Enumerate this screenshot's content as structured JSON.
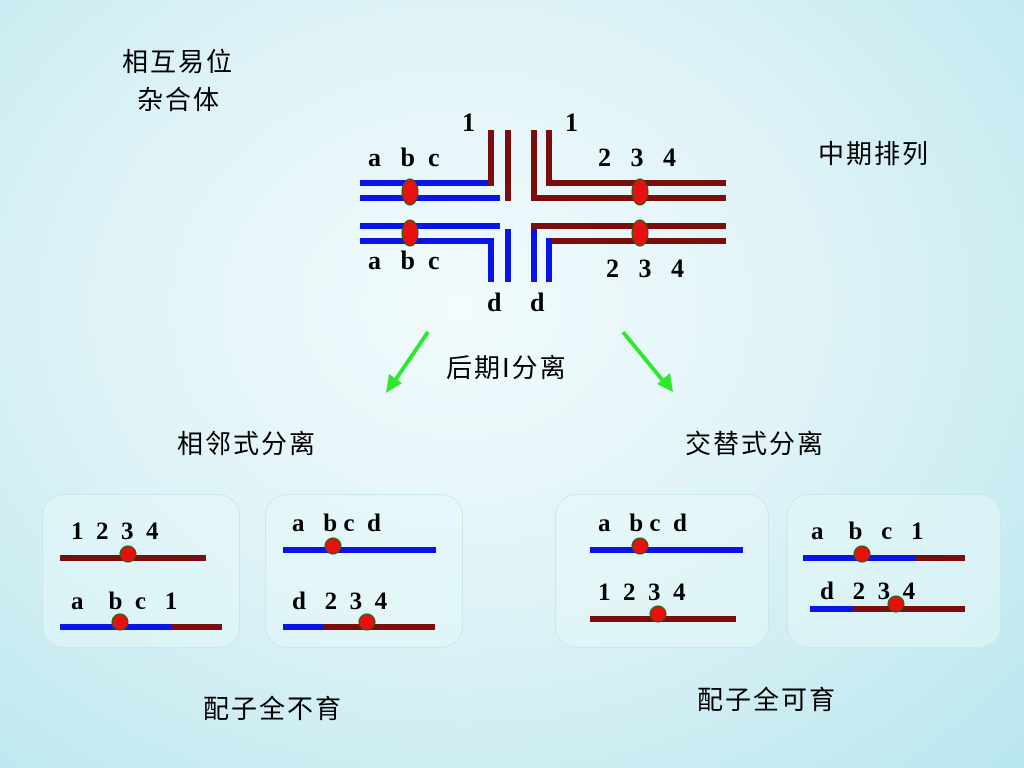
{
  "title": {
    "line1": "相互易位",
    "line2": "杂合体"
  },
  "metaphase_label": "中期排列",
  "anaphase_label": "后期Ⅰ分离",
  "adjacent": {
    "heading": "相邻式分离",
    "result": "配子全不育"
  },
  "alternate": {
    "heading": "交替式分离",
    "result": "配子全可育"
  },
  "cross": {
    "top_left_num": "1",
    "top_right_num": "1",
    "top_left_genes": "a   b  c",
    "top_right_genes": "2   3   4",
    "bottom_left_genes": "a   b  c",
    "bottom_right_genes": "2   3   4",
    "bottom_d_left": "d",
    "bottom_d_right": "d"
  },
  "panels": {
    "p1": {
      "top": "1  2  3  4",
      "bottom": "a    b  c   1"
    },
    "p2": {
      "top": "a   b c  d",
      "bottom": "d   2  3  4"
    },
    "p3": {
      "top": "a   b c  d",
      "bottom": "1  2  3  4"
    },
    "p4": {
      "top": "a    b   c   1",
      "bottom": "d   2  3  4"
    }
  },
  "colors": {
    "blue": "#0a14e6",
    "maroon": "#7a0d0d",
    "centromere": "#e80f0f",
    "arrow": "#2ee82e"
  }
}
